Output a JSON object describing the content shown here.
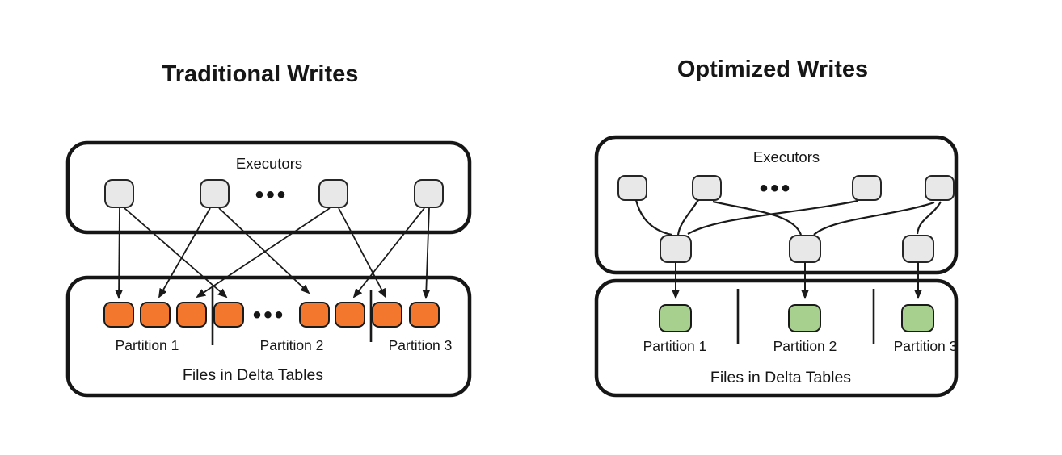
{
  "colors": {
    "canvas_bg": "#ffffff",
    "outline": "#161616",
    "node_gray_fill": "#e9e8e8",
    "file_orange": "#f4772e",
    "file_green": "#a7cf8d",
    "text": "#161616"
  },
  "left": {
    "title": "Traditional Writes",
    "executors_label": "Executors",
    "executors_ellipsis": "•••",
    "files_ellipsis": "•••",
    "files_label": "Files in Delta Tables",
    "partitions": [
      {
        "label": "Partition 1"
      },
      {
        "label": "Partition 2"
      },
      {
        "label": "Partition 3"
      }
    ]
  },
  "right": {
    "title": "Optimized Writes",
    "executors_label": "Executors",
    "executors_ellipsis": "•••",
    "files_label": "Files in Delta Tables",
    "partitions": [
      {
        "label": "Partition 1"
      },
      {
        "label": "Partition 2"
      },
      {
        "label": "Partition 3"
      }
    ]
  }
}
